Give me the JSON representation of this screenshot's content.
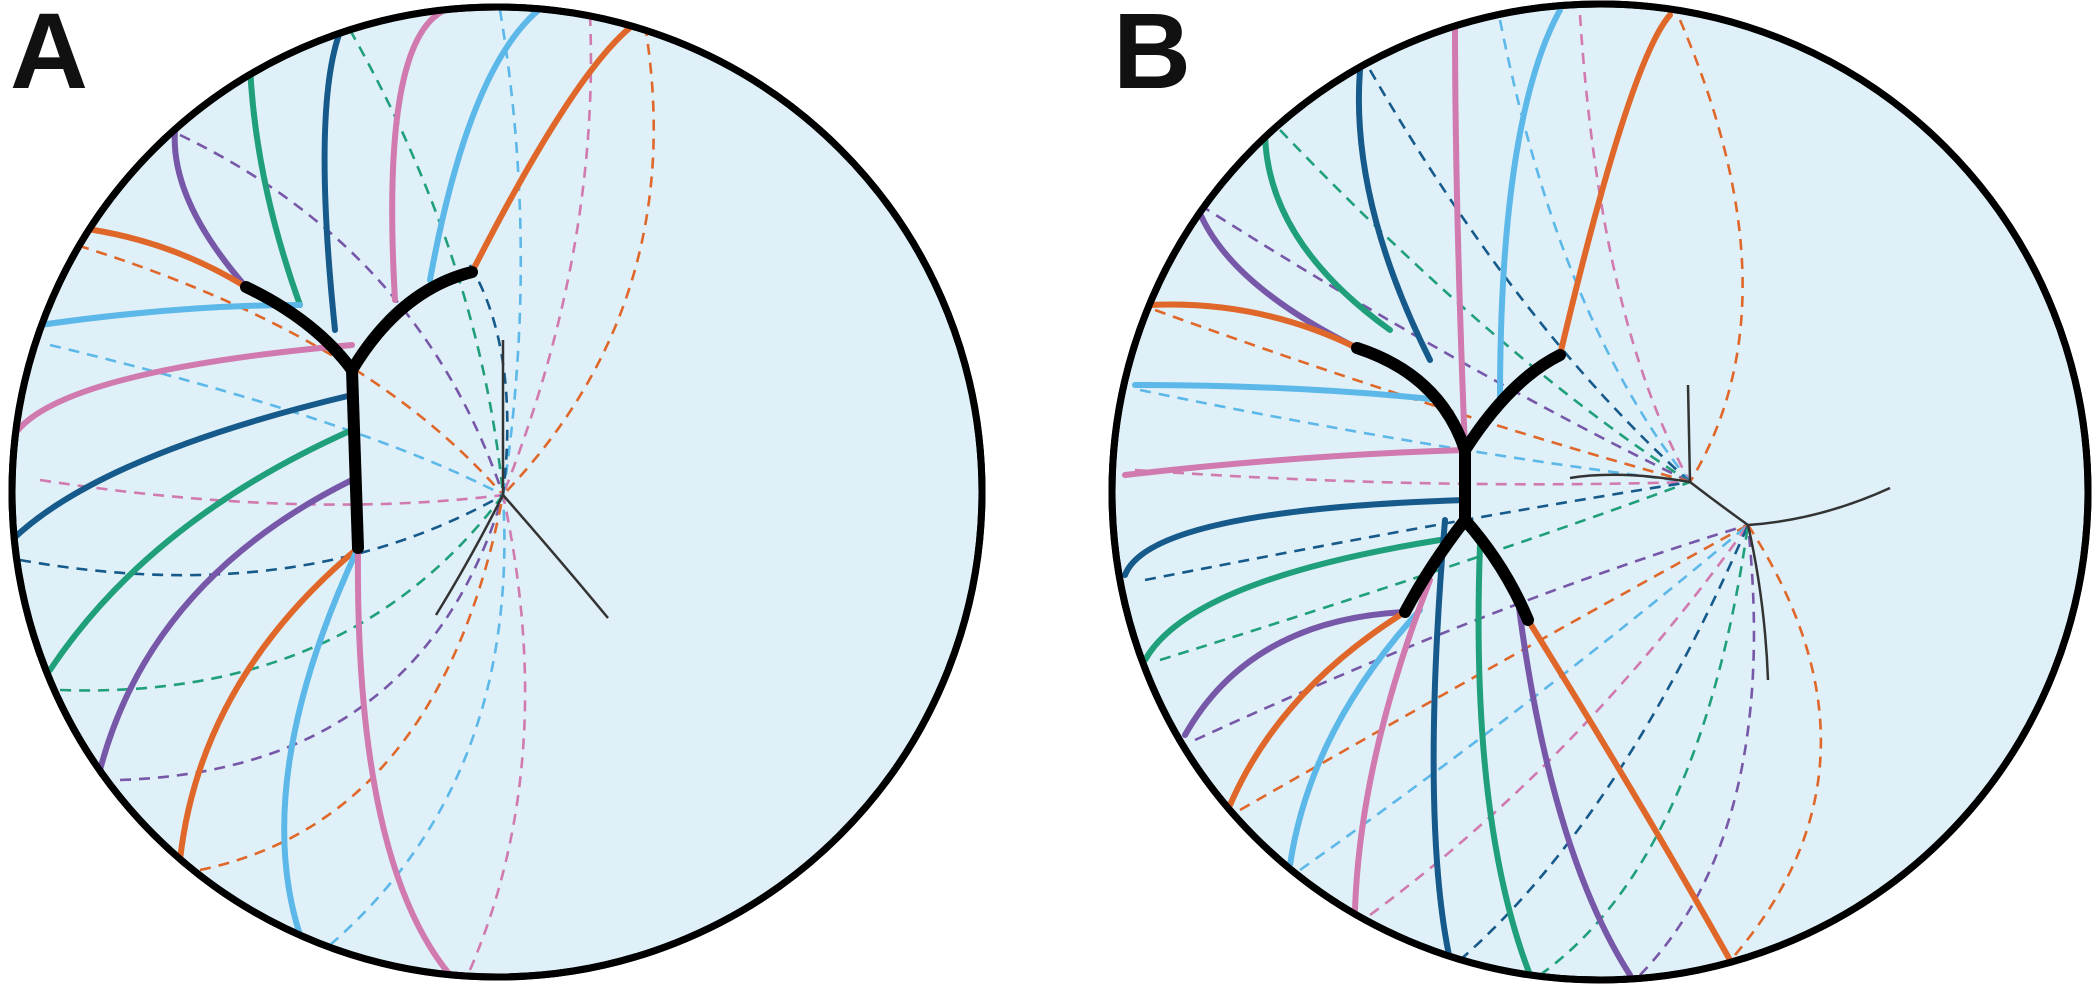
{
  "panels": [
    {
      "id": "A",
      "label": "A"
    },
    {
      "id": "B",
      "label": "B"
    }
  ],
  "colors": {
    "orange": "#e0672a",
    "sky_blue": "#5cb8e8",
    "pink": "#d07aaf",
    "dark_blue": "#155a8a",
    "green": "#1fa07a",
    "purple": "#7757a8",
    "disk_fill": "#dff0f8",
    "defect": "#000000"
  },
  "line_order": [
    "purple",
    "green",
    "dark_blue",
    "pink",
    "sky_blue",
    "orange"
  ]
}
